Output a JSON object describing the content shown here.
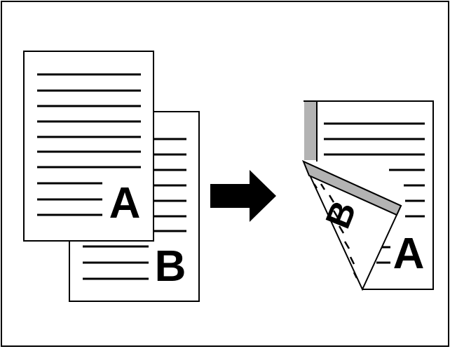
{
  "diagram": {
    "left_group": {
      "front_page_letter": "A",
      "back_page_letter": "B"
    },
    "right_group": {
      "page_letter": "A",
      "folded_flap_letter": "B"
    }
  },
  "colors": {
    "stroke": "#000000",
    "paper": "#ffffff",
    "gutter_margin": "#b3b3b3"
  }
}
